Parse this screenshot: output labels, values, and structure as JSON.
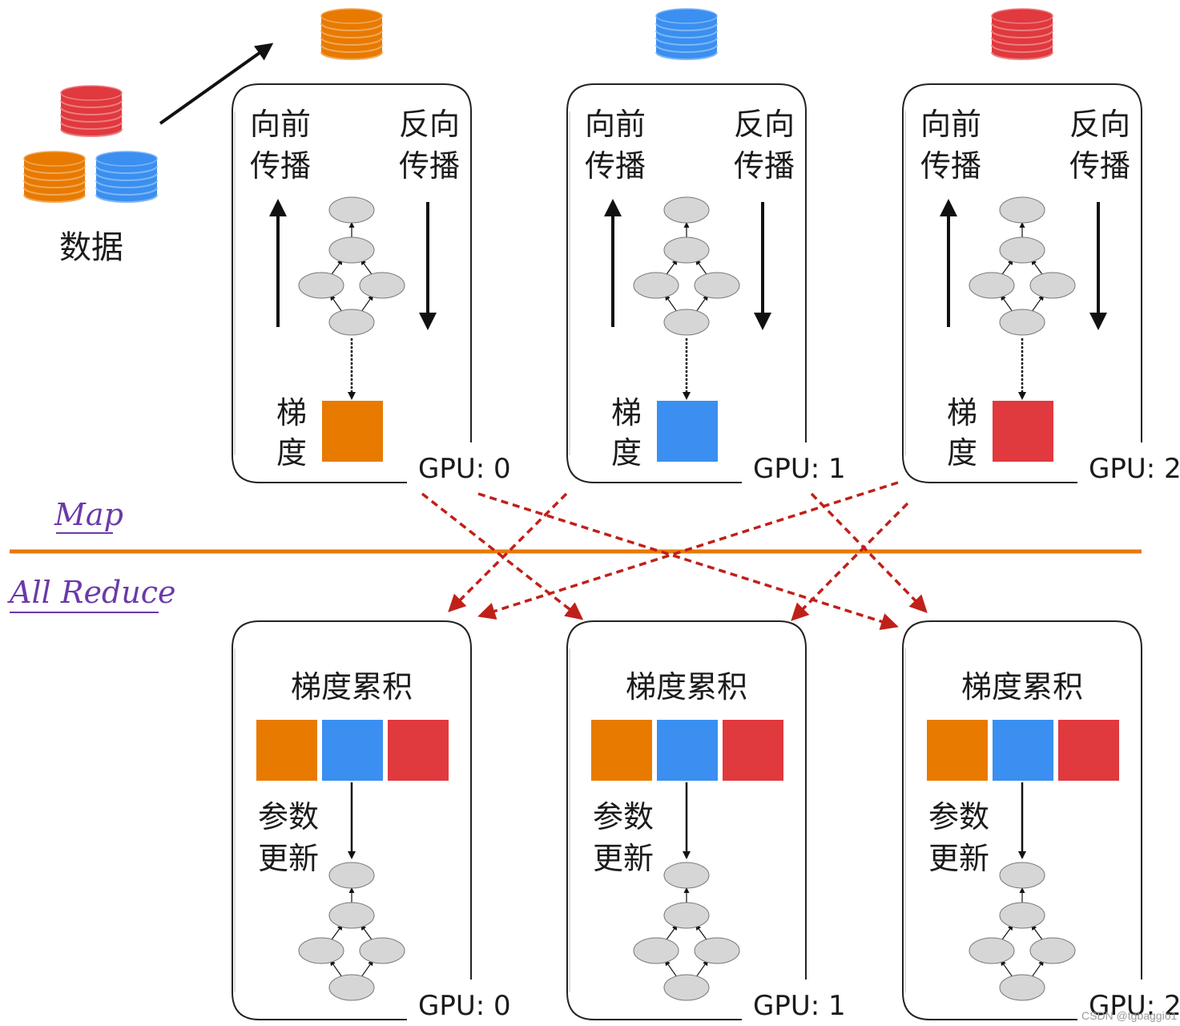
{
  "data_label": "数据",
  "section_labels": {
    "map": "Map",
    "all_reduce": "All Reduce"
  },
  "top_panel_text": {
    "forward": "向前\n传播",
    "backward": "反向\n传播",
    "gradient": "梯\n度"
  },
  "bottom_panel_text": {
    "accumulate": "梯度累积",
    "update": "参数\n更新"
  },
  "gpus": [
    {
      "label": "GPU: 0",
      "color": "#e87a00"
    },
    {
      "label": "GPU: 1",
      "color": "#3a8ff0"
    },
    {
      "label": "GPU: 2",
      "color": "#e0393e"
    }
  ],
  "colors": {
    "orange": "#e87a00",
    "blue": "#3a8ff0",
    "red": "#e0393e",
    "divider": "#e87a00",
    "dashed_arrow": "#c0201a",
    "node": "#d6d6d6"
  },
  "watermark": "CSDN @tgbaggio1"
}
